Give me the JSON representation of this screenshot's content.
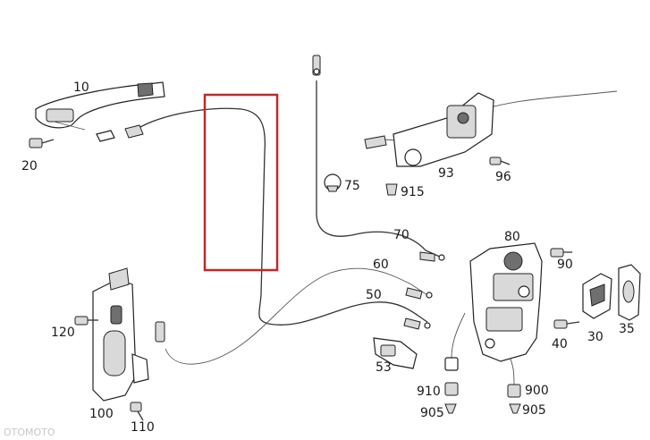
{
  "callouts": {
    "p10": "10",
    "p20": "20",
    "p75": "75",
    "p915": "915",
    "p93": "93",
    "p96": "96",
    "p70": "70",
    "p80": "80",
    "p90": "90",
    "p60": "60",
    "p50": "50",
    "p120": "120",
    "p53": "53",
    "p40": "40",
    "p30": "30",
    "p35": "35",
    "p910": "910",
    "p900": "900",
    "p905a": "905",
    "p905b": "905",
    "p100": "100",
    "p110": "110"
  },
  "watermark": "OTOMOTO",
  "colors": {
    "highlight": "#c0282d",
    "line": "#222222",
    "shade": "#d9d9d9"
  }
}
